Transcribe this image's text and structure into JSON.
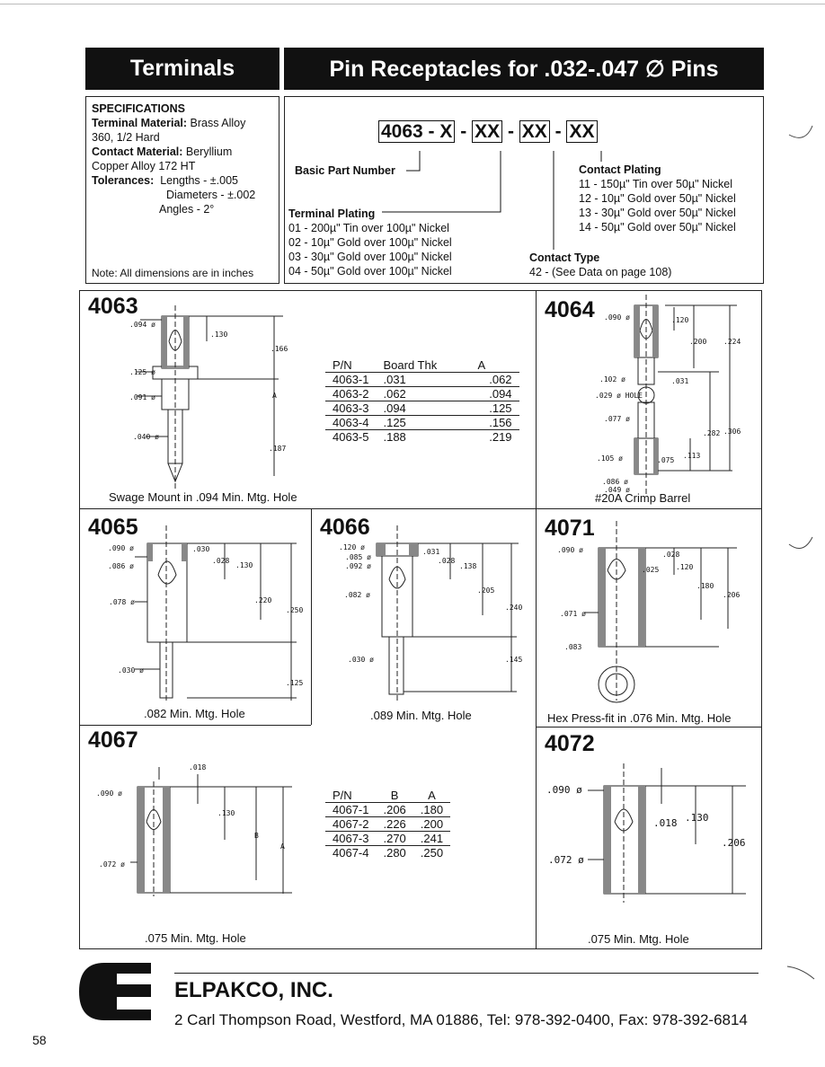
{
  "header": {
    "left_title": "Terminals",
    "right_title": "Pin Receptacles for .032-.047 ∅ Pins"
  },
  "specs": {
    "heading": "SPECIFICATIONS",
    "material_label": "Terminal Material:",
    "material_value": "Brass Alloy",
    "material_value2": "360, 1/2 Hard",
    "contact_label": "Contact Material:",
    "contact_value": "Beryllium",
    "contact_value2": "Copper Alloy 172 HT",
    "tol_label": "Tolerances:",
    "tol_lengths": "Lengths - ±.005",
    "tol_diameters": "Diameters - ±.002",
    "tol_angles": "Angles - 2°",
    "note": "Note: All dimensions are in inches"
  },
  "part_code": {
    "base": "4063 - X",
    "sep1": "-",
    "box1": "XX",
    "sep2": "-",
    "box2": "XX",
    "sep3": "-",
    "box3": "XX",
    "basic_label": "Basic Part Number",
    "terminal_plating_label": "Terminal Plating",
    "terminal_plating": [
      "01 - 200µ\" Tin over 100µ\" Nickel",
      "02 - 10µ\" Gold over 100µ\" Nickel",
      "03 - 30µ\" Gold over 100µ\" Nickel",
      "04 - 50µ\" Gold over 100µ\" Nickel"
    ],
    "contact_plating_label": "Contact Plating",
    "contact_plating": [
      "11 - 150µ\" Tin over 50µ\" Nickel",
      "12 - 10µ\" Gold over 50µ\" Nickel",
      "13 - 30µ\" Gold over 50µ\" Nickel",
      "14 - 50µ\" Gold over 50µ\" Nickel"
    ],
    "contact_type_label": "Contact Type",
    "contact_type": "42 - (See Data on page 108)"
  },
  "p4063": {
    "title": "4063",
    "caption": "Swage Mount in .094 Min. Mtg. Hole",
    "dims": {
      "d094": ".094 ø",
      "d130": ".130",
      "d166": ".166",
      "d125": ".125 ø",
      "d091": ".091 ø",
      "dA": "A",
      "d040": ".040 ø",
      "d187": ".187"
    },
    "table_headers": [
      "P/N",
      "Board Thk",
      "A"
    ],
    "table_rows": [
      [
        "4063-1",
        ".031",
        ".062"
      ],
      [
        "4063-2",
        ".062",
        ".094"
      ],
      [
        "4063-3",
        ".094",
        ".125"
      ],
      [
        "4063-4",
        ".125",
        ".156"
      ],
      [
        "4063-5",
        ".188",
        ".219"
      ]
    ]
  },
  "p4064": {
    "title": "4064",
    "caption": "#20A Crimp Barrel",
    "dims": {
      "d090": ".090 ø",
      "d120": ".120",
      "d200": ".200",
      "d224": ".224",
      "d102": ".102 ø",
      "d031": ".031",
      "d029": ".029 ø HOLE",
      "d077": ".077 ø",
      "d282": ".282",
      "d306": ".306",
      "d105": ".105 ø",
      "d113": ".113",
      "d075": ".075",
      "d086": ".086 ø",
      "d049": ".049 ø"
    }
  },
  "p4065": {
    "title": "4065",
    "caption": ".082 Min. Mtg. Hole",
    "dims": {
      "d090": ".090 ø",
      "d086": ".086 ø",
      "d030": ".030",
      "d028": ".028",
      "d130": ".130",
      "d078": ".078 ø",
      "d220": ".220",
      "d250": ".250",
      "d030b": ".030 ø",
      "d125": ".125"
    }
  },
  "p4066": {
    "title": "4066",
    "caption": ".089 Min. Mtg. Hole",
    "dims": {
      "d120": ".120 ø",
      "d085": ".085 ø",
      "d092": ".092 ø",
      "d031": ".031",
      "d028": ".028",
      "d138": ".138",
      "d082": ".082 ø",
      "d205": ".205",
      "d240": ".240",
      "d030": ".030 ø",
      "d145": ".145"
    }
  },
  "p4071": {
    "title": "4071",
    "caption": "Hex Press-fit in .076 Min. Mtg. Hole",
    "dims": {
      "d090": ".090 ø",
      "d028": ".028",
      "d025": ".025",
      "d120": ".120",
      "d180": ".180",
      "d206": ".206",
      "d071": ".071 ø",
      "d083": ".083"
    }
  },
  "p4067": {
    "title": "4067",
    "caption": ".075 Min. Mtg. Hole",
    "dims": {
      "d018": ".018",
      "d090": ".090 ø",
      "d130": ".130",
      "dB": "B",
      "dA": "A",
      "d072": ".072 ø"
    },
    "table_headers": [
      "P/N",
      "B",
      "A"
    ],
    "table_rows": [
      [
        "4067-1",
        ".206",
        ".180"
      ],
      [
        "4067-2",
        ".226",
        ".200"
      ],
      [
        "4067-3",
        ".270",
        ".241"
      ],
      [
        "4067-4",
        ".280",
        ".250"
      ]
    ]
  },
  "p4072": {
    "title": "4072",
    "caption": ".075 Min. Mtg. Hole",
    "dims": {
      "d090": ".090 ø",
      "d018": ".018",
      "d130": ".130",
      "d206": ".206",
      "d072": ".072 ø"
    }
  },
  "footer": {
    "company": "ELPAKCO, INC.",
    "address": "2 Carl Thompson Road, Westford, MA 01886, Tel: 978-392-0400, Fax: 978-392-6814",
    "page_number": "58"
  }
}
